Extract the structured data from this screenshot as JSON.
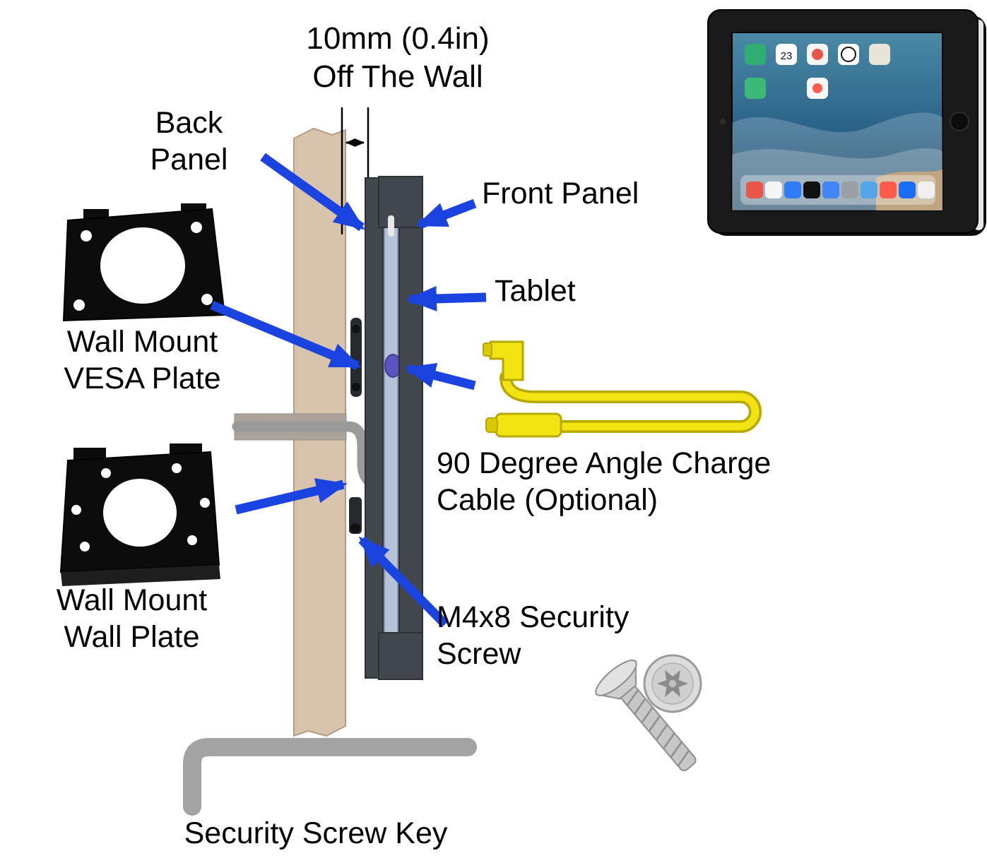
{
  "title": "Tablet wall mount installation diagram",
  "labels": {
    "offset_line1": "10mm (0.4in)",
    "offset_line2": "Off The Wall",
    "back_panel_line1": "Back",
    "back_panel_line2": "Panel",
    "front_panel": "Front Panel",
    "tablet": "Tablet",
    "vesa_plate_line1": "Wall Mount",
    "vesa_plate_line2": "VESA Plate",
    "charge_cable_line1": "90 Degree Angle Charge",
    "charge_cable_line2": "Cable (Optional)",
    "wall_plate_line1": "Wall Mount",
    "wall_plate_line2": "Wall Plate",
    "security_screw_line1": "M4x8 Security",
    "security_screw_line2": "Screw",
    "screw_key": "Security Screw Key"
  },
  "ipad": {
    "calendar_day": "23"
  },
  "colors": {
    "arrow_blue": "#1a43e0",
    "cable_yellow": "#f2e313",
    "cable_outline": "#b7a800",
    "wall_tan": "#d8c4ad",
    "panel_gray": "#42474d",
    "tablet_blue": "#b5c2d8",
    "metal_gray": "#a3a3a3",
    "port_purple": "#5d54c4"
  }
}
